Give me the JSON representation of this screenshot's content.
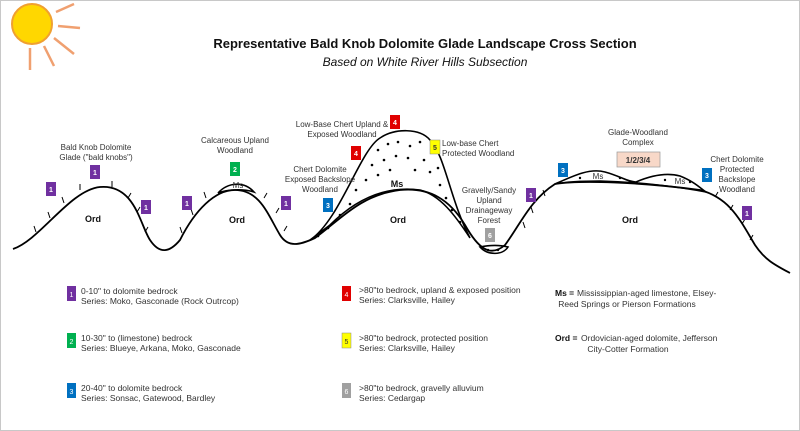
{
  "title": "Representative Bald Knob Dolomite Glade Landscape Cross Section",
  "subtitle": "Based on White River Hills Subsection",
  "colors": {
    "1": "#7030a0",
    "2": "#00b050",
    "3": "#0070c0",
    "4": "#e00000",
    "5": "#ffff00",
    "6": "#a0a0a0",
    "complex": "#f8d8c8",
    "sun": "#ffd700"
  },
  "labels": {
    "bald_knob_1": "Bald Knob Dolomite",
    "bald_knob_2": "Glade (\"bald knobs\")",
    "calc_1": "Calcareous Upland",
    "calc_2": "Woodland",
    "lowbase_1": "Low-Base Chert Upland &",
    "lowbase_2": "Exposed Woodland",
    "lowbase_prot_1": "Low-base Chert",
    "lowbase_prot_2": "Protected Woodland",
    "chert_exp_1": "Chert Dolomite",
    "chert_exp_2": "Exposed Backslope",
    "chert_exp_3": "Woodland",
    "gravel_1": "Gravelly/Sandy",
    "gravel_2": "Upland",
    "gravel_3": "Drainageway",
    "gravel_4": "Forest",
    "glade_wood_1": "Glade-Woodland",
    "glade_wood_2": "Complex",
    "complex_box": "1/2/3/4",
    "chert_prot_1": "Chert Dolomite",
    "chert_prot_2": "Protected",
    "chert_prot_3": "Backslope",
    "chert_prot_4": "Woodland",
    "ms": "Ms",
    "ord": "Ord"
  },
  "legend": [
    {
      "num": "1",
      "line1": "0-10\" to dolomite bedrock",
      "line2": "Series: Moko, Gasconade (Rock Outrcop)"
    },
    {
      "num": "2",
      "line1": "10-30\" to (limestone) bedrock",
      "line2": "Series: Blueye, Arkana, Moko, Gasconade"
    },
    {
      "num": "3",
      "line1": "20-40\"  to dolomite bedrock",
      "line2": "Series: Sonsac, Gatewood, Bardley"
    },
    {
      "num": "4",
      "line1": ">80\"to bedrock, upland & exposed position",
      "line2": "Series: Clarksville, Hailey"
    },
    {
      "num": "5",
      "line1": ">80\"to bedrock, protected position",
      "line2": "Series: Clarksville, Hailey"
    },
    {
      "num": "6",
      "line1": ">80\"to bedrock, gravelly alluvium",
      "line2": "Series: Cedargap"
    }
  ],
  "formations": {
    "ms_key": "Ms =",
    "ms_1": "Mississippian-aged limestone, Elsey-",
    "ms_2": "Reed Springs or  Pierson Formations",
    "ord_key": "Ord =",
    "ord_1": "Ordovician-aged dolomite,  Jefferson",
    "ord_2": "City-Cotter Formation"
  }
}
